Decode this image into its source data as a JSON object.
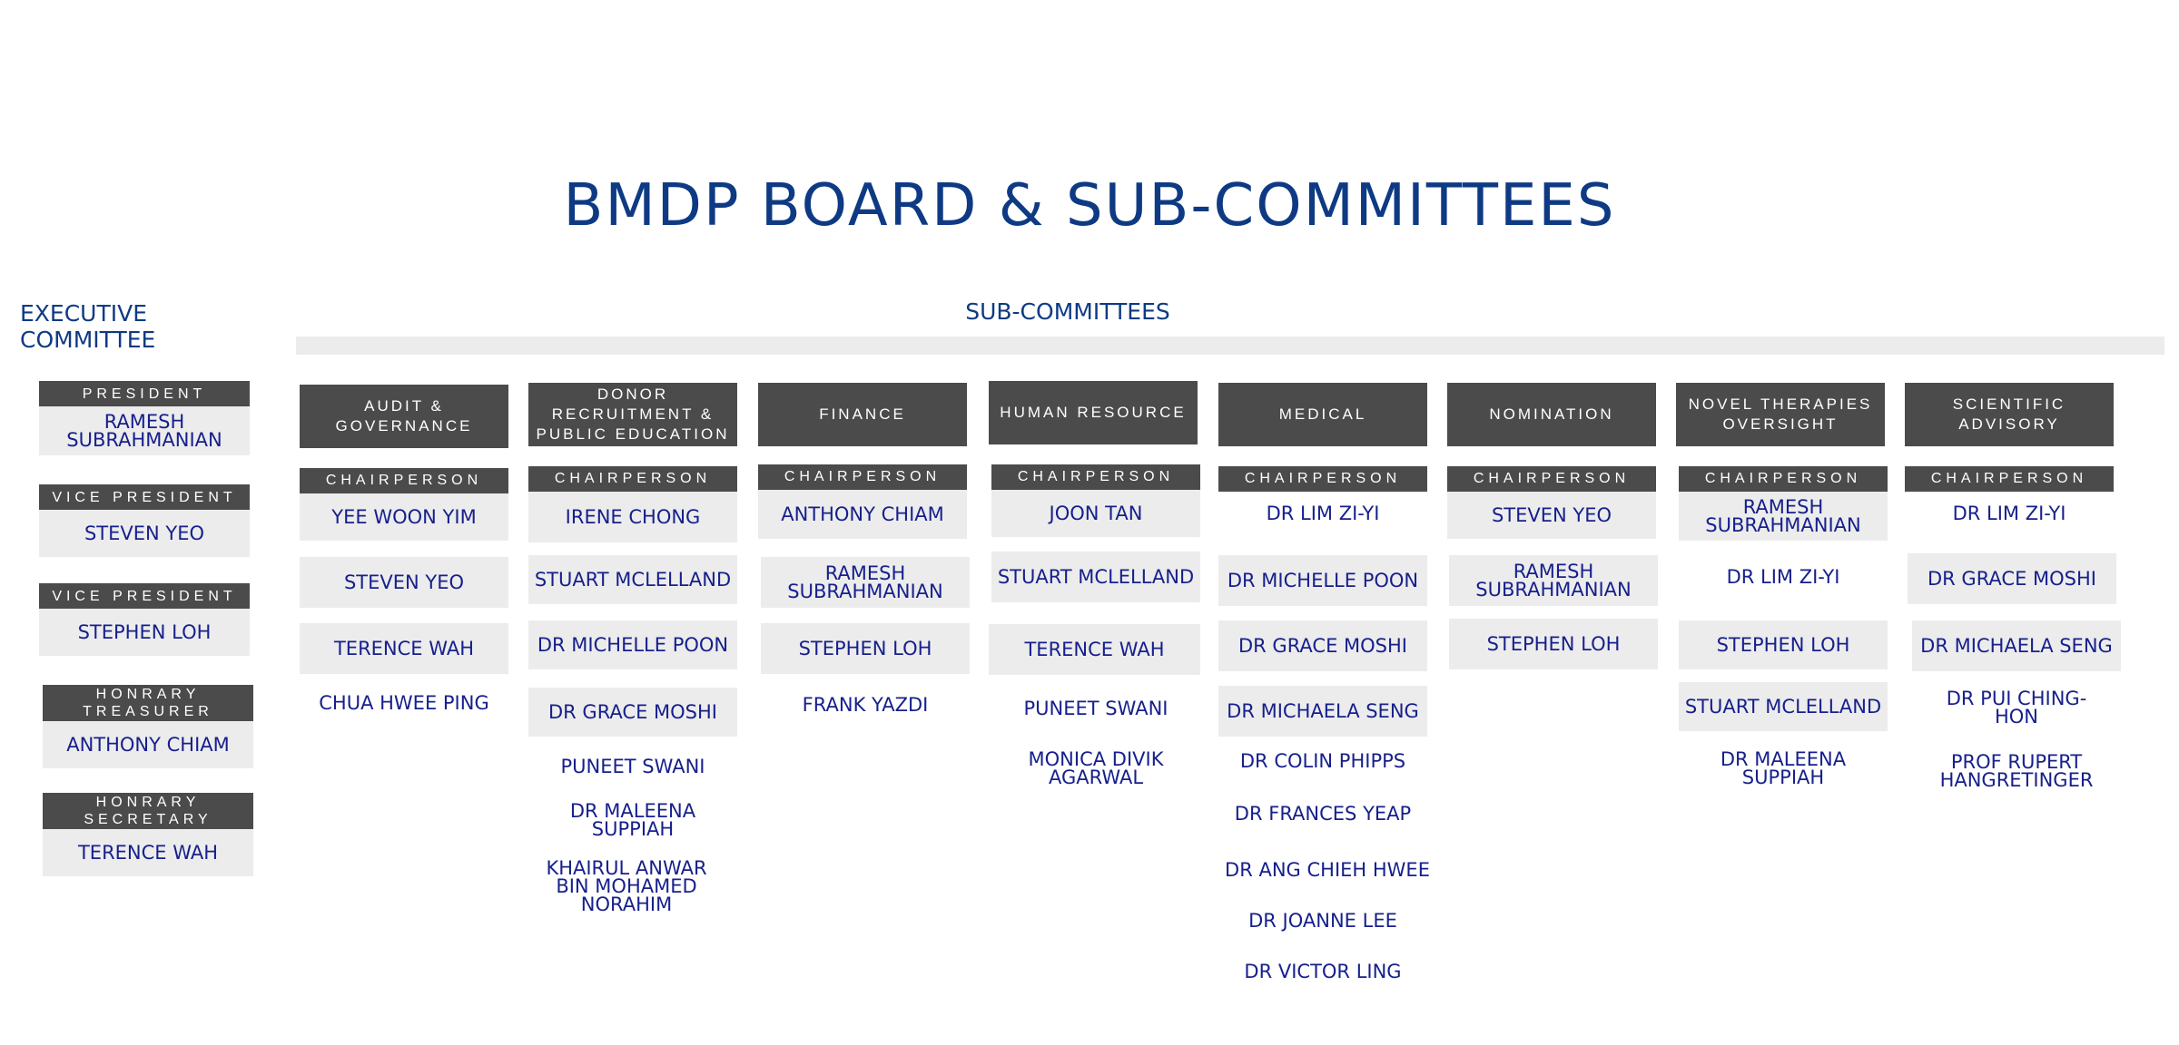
{
  "title": "BMDP BOARD & SUB-COMMITTEES",
  "executive_label": "EXECUTIVE COMMITTEE",
  "subcommittees_label": "SUB-COMMITTEES",
  "colors": {
    "title": "#0e3a84",
    "names": "#17208c",
    "header_bg": "#4b4b4b",
    "box_bg": "#ececec"
  },
  "executive": [
    {
      "role": "PRESIDENT",
      "name": "RAMESH SUBRAHMANIAN"
    },
    {
      "role": "VICE PRESIDENT",
      "name": "STEVEN YEO"
    },
    {
      "role": "VICE PRESIDENT",
      "name": "STEPHEN LOH"
    },
    {
      "role": "HONRARY TREASURER",
      "name": "ANTHONY CHIAM"
    },
    {
      "role": "HONRARY SECRETARY",
      "name": "TERENCE WAH"
    }
  ],
  "chair_label": "CHAIRPERSON",
  "committees": [
    {
      "name": "AUDIT & GOVERNANCE",
      "members": [
        "YEE WOON YIM",
        "STEVEN YEO",
        "TERENCE WAH",
        "CHUA HWEE PING"
      ]
    },
    {
      "name": "DONOR RECRUITMENT & PUBLIC EDUCATION",
      "members": [
        "IRENE CHONG",
        "STUART MCLELLAND",
        "DR MICHELLE POON",
        "DR GRACE MOSHI",
        "PUNEET SWANI",
        "DR MALEENA SUPPIAH",
        "KHAIRUL ANWAR BIN MOHAMED NORAHIM"
      ]
    },
    {
      "name": "FINANCE",
      "members": [
        "ANTHONY CHIAM",
        "RAMESH SUBRAHMANIAN",
        "STEPHEN LOH",
        "FRANK YAZDI"
      ]
    },
    {
      "name": "HUMAN RESOURCE",
      "members": [
        "JOON TAN",
        "STUART MCLELLAND",
        "TERENCE WAH",
        "PUNEET SWANI",
        "MONICA DIVIK AGARWAL"
      ]
    },
    {
      "name": "MEDICAL",
      "members": [
        "DR LIM ZI-YI",
        "DR MICHELLE POON",
        "DR GRACE MOSHI",
        "DR MICHAELA SENG",
        "DR COLIN PHIPPS",
        "DR FRANCES YEAP",
        "DR ANG CHIEH HWEE",
        "DR JOANNE LEE",
        "DR VICTOR LING"
      ]
    },
    {
      "name": "NOMINATION",
      "members": [
        "STEVEN YEO",
        "RAMESH SUBRAHMANIAN",
        "STEPHEN LOH"
      ]
    },
    {
      "name": "NOVEL THERAPIES OVERSIGHT",
      "members": [
        "RAMESH SUBRAHMANIAN",
        "DR LIM ZI-YI",
        "STEPHEN LOH",
        "STUART MCLELLAND",
        "DR MALEENA SUPPIAH"
      ]
    },
    {
      "name": "SCIENTIFIC ADVISORY",
      "members": [
        "DR LIM ZI-YI",
        "DR GRACE MOSHI",
        "DR MICHAELA SENG",
        "DR PUI CHING-HON",
        "PROF RUPERT HANGRETINGER"
      ]
    }
  ]
}
